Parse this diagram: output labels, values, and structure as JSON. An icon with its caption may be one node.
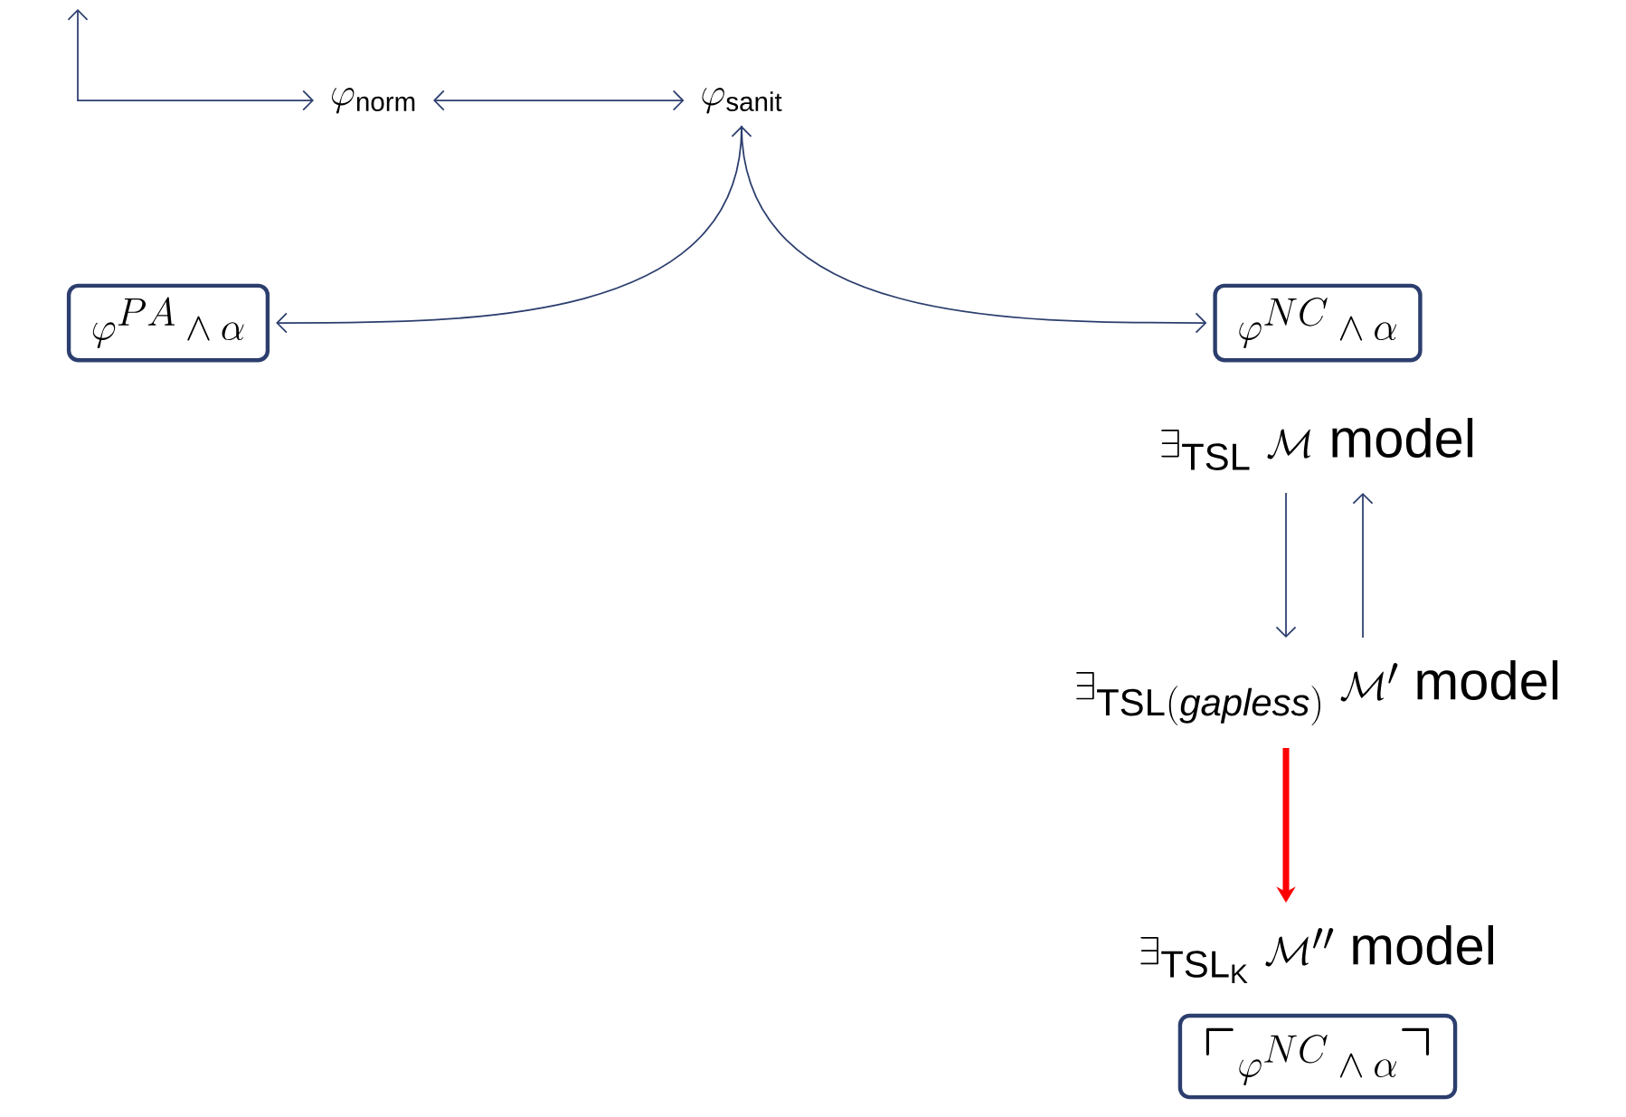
{
  "diagram": {
    "nodes": [
      {
        "text": [
          "\\varphi_{\\mathsf{norm}}"
        ]
      },
      {
        "text": [
          "\\varphi_{\\mathsf{sanit}}"
        ]
      },
      {
        "text": [
          "\\varphi^{PA}\\wedge\\alpha"
        ]
      },
      {
        "text": [
          "\\varphi^{NC}\\wedge\\alpha"
        ]
      },
      {
        "text": [
          "\\exists_{\\mathsf{TSL}}\\ \\mathcal{M}\\ \\mathsf{model}"
        ]
      },
      {
        "text": [
          "\\exists_{\\mathsf{TSL}(\\mathit{gapless})}\\ \\mathcal{M}'\\ \\mathsf{model}"
        ]
      },
      {
        "text": [
          "\\exists_{\\mathsf{TSL}_{\\mathsf{K}}}\\ \\mathcal{M}''\\ \\mathsf{model}"
        ]
      },
      {
        "text": [
          "\\ulcorner\\varphi^{NC}\\wedge\\alpha\\urcorner"
        ]
      }
    ],
    "edges": [
      {
        "from": null,
        "to": 0,
        "arrow": "both"
      },
      {
        "from": 0,
        "to": 1,
        "arrow": "both"
      },
      {
        "from": 1,
        "to": 2,
        "arrow": "both"
      },
      {
        "from": 1,
        "to": 3,
        "arrow": "to"
      },
      {
        "from": 4,
        "to": 5,
        "arrow": "to"
      },
      {
        "from": 5,
        "to": 4,
        "arrow": "to"
      },
      {
        "from": 5,
        "to": 6,
        "arrow": "to",
        "style": "thick",
        "color": "#ff0000"
      }
    ]
  }
}
